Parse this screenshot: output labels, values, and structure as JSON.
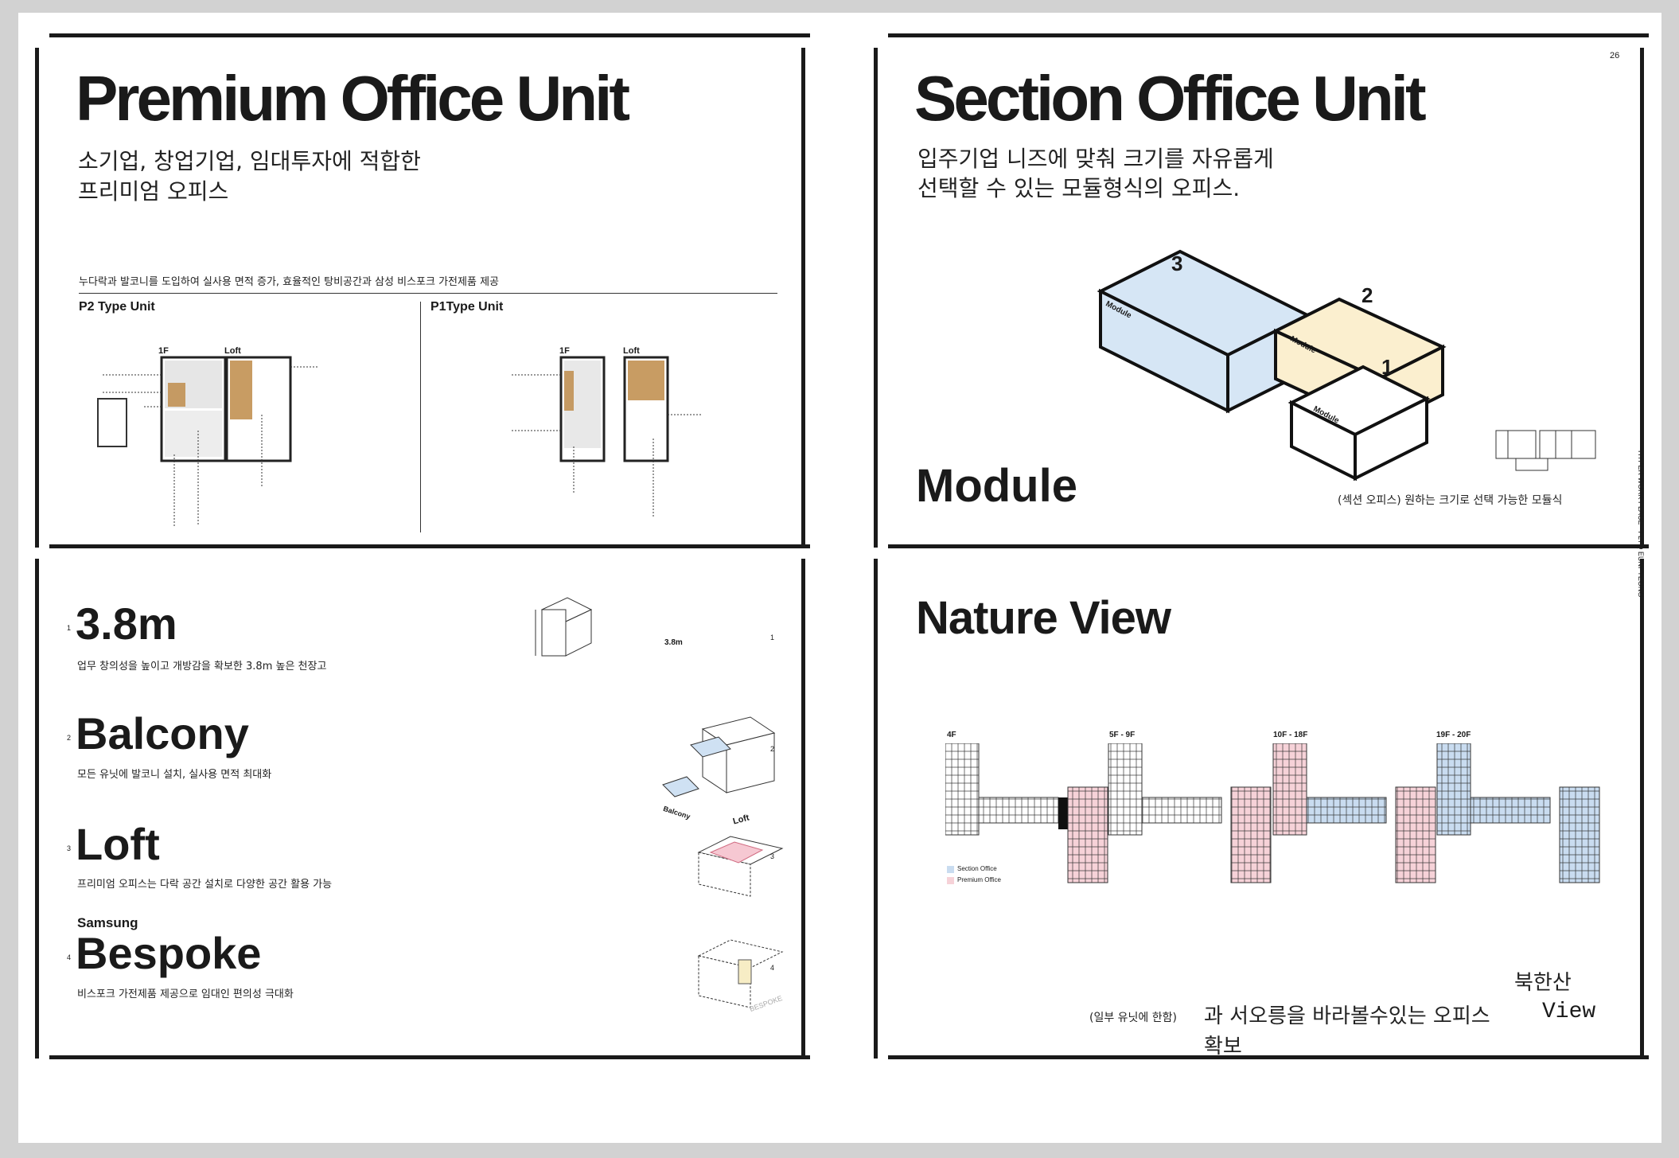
{
  "page_number": "26",
  "side_text": "HYPER WORK PLACE · FLYQ EUNPYEONG",
  "premium": {
    "title": "Premium Office Unit",
    "subtitle_line1": "소기업, 창업기업, 임대투자에 적합한",
    "subtitle_line2": "프리미엄 오피스",
    "description": "누다락과 발코니를 도입하여 실사용 면적 증가, 효율적인 탕비공간과 삼성 비스포크 가전제품 제공",
    "p2_label": "P2 Type Unit",
    "p1_label": "P1Type Unit",
    "floor_1f": "1F",
    "floor_loft": "Loft"
  },
  "section": {
    "title": "Section Office Unit",
    "subtitle_line1": "입주기업 니즈에 맞춰 크기를 자유롭게",
    "subtitle_line2": "선택할 수 있는 모듈형식의 오피스.",
    "module_heading": "Module",
    "module_caption": "(섹션 오피스) 원하는 크기로 선택 가능한 모듈식",
    "module_box_label": "Module",
    "module_numbers": [
      "3",
      "2",
      "1"
    ],
    "colors": {
      "module3": "#d6e6f5",
      "module2": "#fbefcf",
      "module1": "#ffffff"
    }
  },
  "features": [
    {
      "num": "1",
      "title": "3.8m",
      "desc": "업무 창의성을 높이고 개방감을 확보한 3.8m 높은 천장고",
      "icon_label": "3.8m"
    },
    {
      "num": "2",
      "title": "Balcony",
      "desc": "모든 유닛에 발코니 설치, 실사용 면적 최대화",
      "icon_label": "Balcony"
    },
    {
      "num": "3",
      "title": "Loft",
      "desc": "프리미엄 오피스는 다락 공간 설치로 다양한 공간 활용 가능",
      "icon_label": "Loft"
    },
    {
      "num": "4",
      "pre": "Samsung",
      "title": "Bespoke",
      "desc": "비스포크 가전제품 제공으로 임대인 편의성 극대화",
      "icon_label": "BESPOKE"
    }
  ],
  "nature": {
    "title": "Nature View",
    "plans": [
      "4F",
      "5F - 9F",
      "10F - 18F",
      "19F - 20F"
    ],
    "legend_section": "Section Office",
    "legend_premium": "Premium Office",
    "legend_colors": {
      "section": "#c9dcf0",
      "premium": "#f6d2d8"
    },
    "caption_top": "북한산",
    "caption_note": "(일부 유닛에 한함)",
    "caption_main": "과  서오릉을 바라볼수있는 오피스",
    "caption_view": "View",
    "caption_tail": "확보"
  }
}
